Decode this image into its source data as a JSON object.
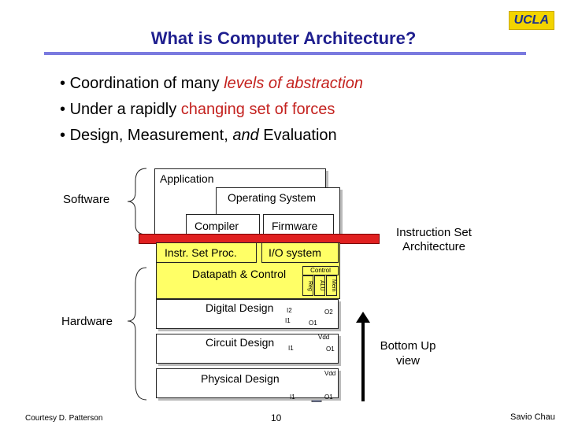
{
  "title": "What is Computer Architecture?",
  "logo": "UCLA",
  "bullets": [
    {
      "pre": "Coordination of many ",
      "em": "levels of abstraction",
      "post": ""
    },
    {
      "pre": "Under a rapidly ",
      "em": "changing set of forces",
      "post": ""
    },
    {
      "pre": "Design, Measurement, ",
      "it": "and",
      "post": " Evaluation"
    }
  ],
  "diagram": {
    "software_label": "Software",
    "hardware_label": "Hardware",
    "application": "Application",
    "os": "Operating System",
    "compiler": "Compiler",
    "firmware": "Firmware",
    "isa": "Instruction Set Architecture",
    "instr_set_proc": "Instr. Set Proc.",
    "io_system": "I/O system",
    "datapath_control": "Datapath & Control",
    "control": "Control",
    "reg": "Reg",
    "alu": "ALU",
    "mem": "Mem",
    "digital_design": "Digital Design",
    "circuit_design": "Circuit Design",
    "physical_design": "Physical Design",
    "i1": "I1",
    "i2": "I2",
    "o1": "O1",
    "o2": "O2",
    "vdd": "Vdd",
    "bottom_up": "Bottom Up view"
  },
  "footer": {
    "left": "Courtesy D. Patterson",
    "page": "10",
    "right": "Savio Chau"
  },
  "colors": {
    "title": "#1f1f8f",
    "accent": "#c4221f",
    "isa_bar": "#e02020",
    "highlight": "#ffff66"
  }
}
